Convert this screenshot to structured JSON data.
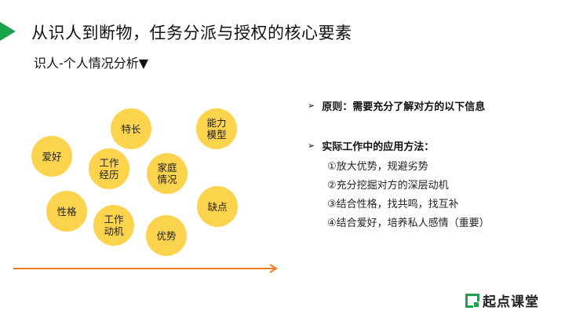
{
  "colors": {
    "accent_green": "#1aa34a",
    "bubble_yellow": "#fbd34d",
    "arrow_orange": "#f07a24"
  },
  "title": "从识人到断物，任务分派与授权的核心要素",
  "subtitle": "识人-个人情况分析▼",
  "bubbles": [
    "特长",
    "能力\n模型",
    "爱好",
    "工作\n经历",
    "家庭\n情况",
    "缺点",
    "性格",
    "工作\n动机",
    "优势"
  ],
  "principle": "原则：需要充分了解对方的以下信息",
  "method_heading": "实际工作中的应用方法：",
  "methods": [
    "①放大优势，规避劣势",
    "②充分挖掘对方的深层动机",
    "③结合性格，找共鸣，找互补",
    "④结合爱好，培养私人感情（重要）"
  ],
  "logo_text": "起点课堂",
  "icons": {
    "bullet": "chevron-right-icon",
    "logo": "qidian-logo-icon",
    "marker": "triangle-marker-icon",
    "timeline": "arrow-right-icon"
  }
}
